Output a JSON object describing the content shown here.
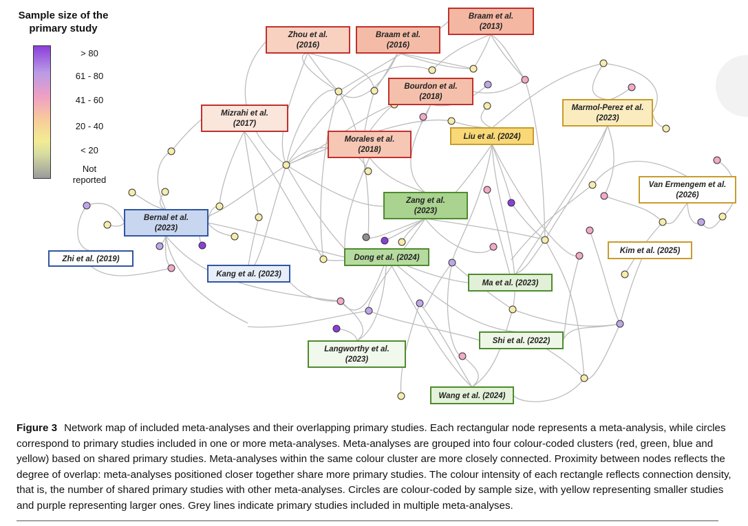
{
  "legend": {
    "title_line1": "Sample size of the",
    "title_line2": "primary study",
    "labels": [
      "> 80",
      "61 - 80",
      "41 - 60",
      "20 - 40",
      "< 20",
      "Not",
      "reported"
    ]
  },
  "colors": {
    "edge": "#bcbcbc",
    "red_border": "#c0302c",
    "green_border": "#4d8a2e",
    "blue_border": "#2f55a0",
    "yellow_border": "#c89b2a",
    "study_purple": "#8b3fd9",
    "study_lavender": "#bfa6e8",
    "study_pink": "#f3a9c8",
    "study_peach": "#f8c8a2",
    "study_yellow": "#f6ecab",
    "study_grey": "#8f8f8f"
  },
  "meta_analyses": [
    {
      "label": "Braam et al. (2013)",
      "cluster": "red",
      "fill": "#f4b7a2"
    },
    {
      "label": "Zhou et al. (2016)",
      "cluster": "red",
      "fill": "#f8d1c0"
    },
    {
      "label": "Braam et al. (2016)",
      "cluster": "red",
      "fill": "#f4bca6"
    },
    {
      "label": "Bourdon et al. (2018)",
      "cluster": "red",
      "fill": "#f5c0ab"
    },
    {
      "label": "Mizrahi et al. (2017)",
      "cluster": "red",
      "fill": "#fbe6dc"
    },
    {
      "label": "Morales et al. (2018)",
      "cluster": "red",
      "fill": "#f6c7b4"
    },
    {
      "label": "Marmol-Perez et al. (2023)",
      "cluster": "yellow",
      "fill": "#fbecc0"
    },
    {
      "label": "Liu et al. (2024)",
      "cluster": "yellow",
      "fill": "#f8d877"
    },
    {
      "label": "Van Ermengem et al. (2026)",
      "cluster": "yellow",
      "fill": "#ffffff"
    },
    {
      "label": "Kim et al. (2025)",
      "cluster": "yellow",
      "fill": "#ffffff"
    },
    {
      "label": "Zang et al. (2023)",
      "cluster": "green",
      "fill": "#a9d38f"
    },
    {
      "label": "Bernal et al. (2023)",
      "cluster": "blue",
      "fill": "#c8d6ef"
    },
    {
      "label": "Zhi et al. (2019)",
      "cluster": "blue",
      "fill": "#ffffff"
    },
    {
      "label": "Kang et al. (2023)",
      "cluster": "blue",
      "fill": "#e7eefa"
    },
    {
      "label": "Dong et al. (2024)",
      "cluster": "green",
      "fill": "#b6dba0"
    },
    {
      "label": "Ma et al. (2023)",
      "cluster": "green",
      "fill": "#e1f0d6"
    },
    {
      "label": "Langworthy et al. (2023)",
      "cluster": "green",
      "fill": "#f1f8ec"
    },
    {
      "label": "Shi et al. (2022)",
      "cluster": "green",
      "fill": "#eef7e7"
    },
    {
      "label": "Wang et al. (2024)",
      "cluster": "green",
      "fill": "#e4f2d9"
    }
  ],
  "caption": {
    "label": "Figure 3",
    "text": "Network map of included meta-analyses and their overlapping primary studies. Each rectangular node represents a meta-analysis, while circles correspond to primary studies included in one or more meta-analyses. Meta-analyses are grouped into four colour-coded clusters (red, green, blue and yellow) based on shared primary studies. Meta-analyses within the same colour cluster are more closely connected. Proximity between nodes reflects the degree of overlap: meta-analyses positioned closer together share more primary studies. The colour intensity of each rectangle reflects connection density, that is, the number of shared primary studies with other meta-analyses. Circles are colour-coded by sample size, with yellow representing smaller studies and purple representing larger ones. Grey lines indicate primary studies included in multiple meta-analyses."
  }
}
